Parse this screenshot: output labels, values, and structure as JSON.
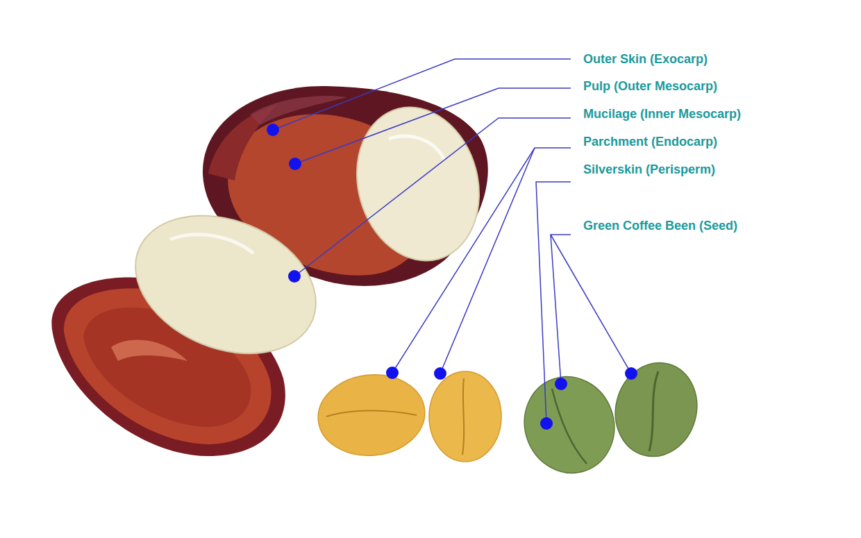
{
  "diagram": {
    "labels": [
      "Outer Skin (Exocarp)",
      "Pulp (Outer Mesocarp)",
      "Mucilage (Inner Mesocarp)",
      "Parchment (Endocarp)",
      "Silverskin (Perisperm)",
      "Green Coffee Been (Seed)"
    ]
  }
}
